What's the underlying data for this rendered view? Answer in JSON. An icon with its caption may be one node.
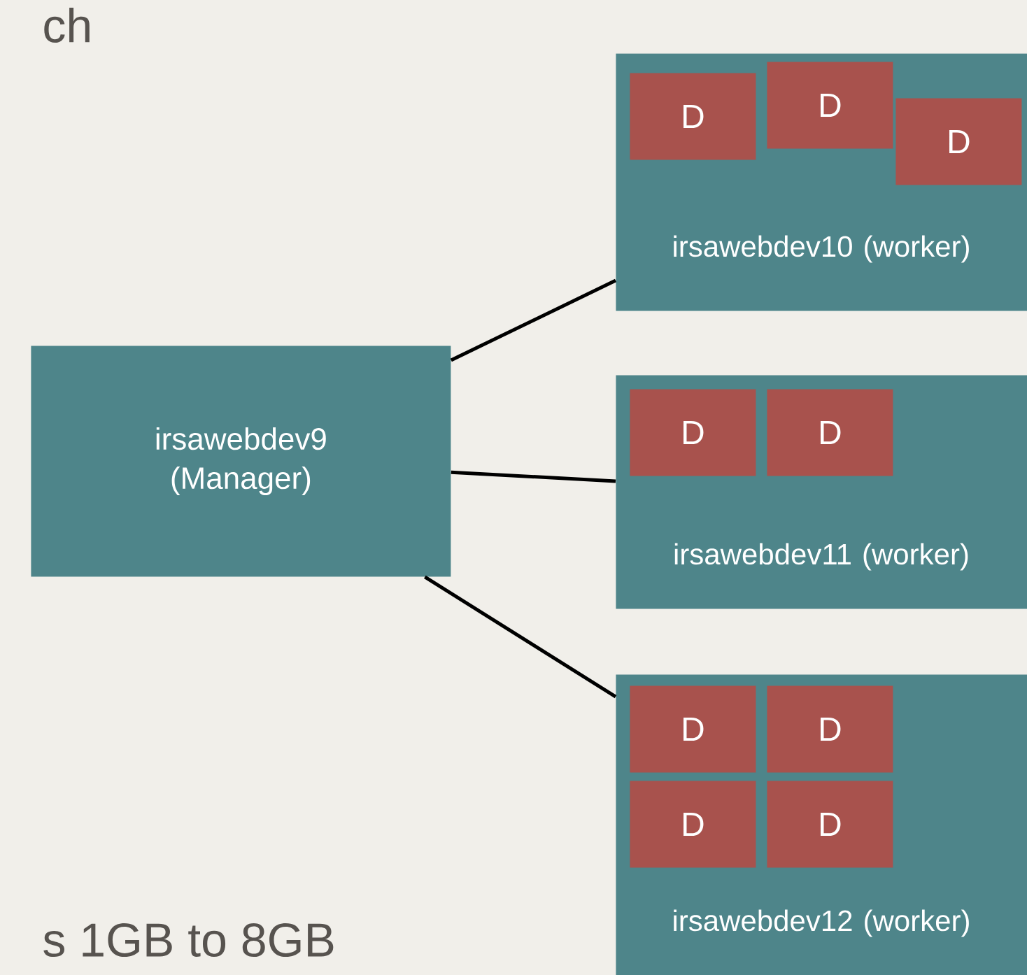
{
  "diagram": {
    "nodes": [
      {
        "text": [
          "irsawebdev9 (Manager)"
        ]
      },
      {
        "text": [
          "irsawebdev10 (worker)"
        ]
      },
      {
        "text": [
          "irsawebdev11 (worker)"
        ]
      },
      {
        "text": [
          "irsawebdev12 (worker)"
        ]
      },
      {
        "text": [
          "D"
        ],
        "in": 1
      },
      {
        "text": [
          "D"
        ],
        "in": 1
      },
      {
        "text": [
          "D"
        ],
        "in": 1
      },
      {
        "text": [
          "D"
        ],
        "in": 2
      },
      {
        "text": [
          "D"
        ],
        "in": 2
      },
      {
        "text": [
          "D"
        ],
        "in": 3
      },
      {
        "text": [
          "D"
        ],
        "in": 3
      },
      {
        "text": [
          "D"
        ],
        "in": 3
      },
      {
        "text": [
          "D"
        ],
        "in": 3
      }
    ],
    "edges": [
      {
        "from": 0,
        "to": 1,
        "arrow": "none"
      },
      {
        "from": 0,
        "to": 2,
        "arrow": "none"
      },
      {
        "from": 0,
        "to": 3,
        "arrow": "none"
      }
    ],
    "labels": [
      "ch",
      "s 1GB to 8GB"
    ]
  }
}
